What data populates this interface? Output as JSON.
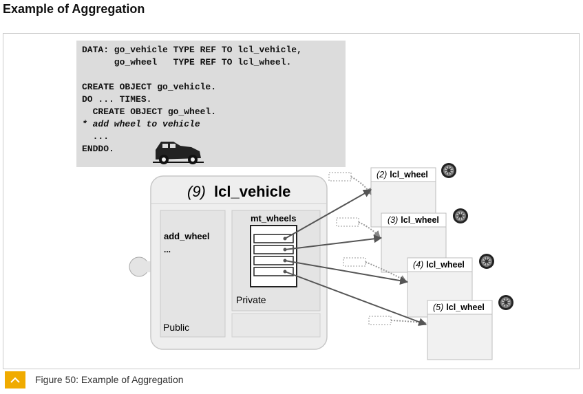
{
  "page": {
    "title": "Example of Aggregation"
  },
  "code": {
    "lines": [
      "DATA: go_vehicle TYPE REF TO lcl_vehicle,",
      "      go_wheel   TYPE REF TO lcl_wheel.",
      "CREATE OBJECT go_vehicle.",
      "DO ... TIMES.",
      "  CREATE OBJECT go_wheel.",
      "* add wheel to vehicle",
      "  ...",
      "ENDDO."
    ]
  },
  "vehicle": {
    "count": "(9)",
    "name": "lcl_vehicle",
    "method": "add_wheel",
    "method_more": "...",
    "attribute": "mt_wheels",
    "private_label": "Private",
    "public_label": "Public"
  },
  "wheels": [
    {
      "count": "(2)",
      "name": "lcl_wheel"
    },
    {
      "count": "(3)",
      "name": "lcl_wheel"
    },
    {
      "count": "(4)",
      "name": "lcl_wheel"
    },
    {
      "count": "(5)",
      "name": "lcl_wheel"
    }
  ],
  "caption": {
    "text": "Figure 50: Example of Aggregation"
  },
  "colors": {
    "accent": "#f0ab00",
    "code_bg": "#dcdcdc",
    "box_bg": "#efefef"
  },
  "icons": [
    "car-icon",
    "wheel-icon",
    "chevron-up-icon"
  ]
}
